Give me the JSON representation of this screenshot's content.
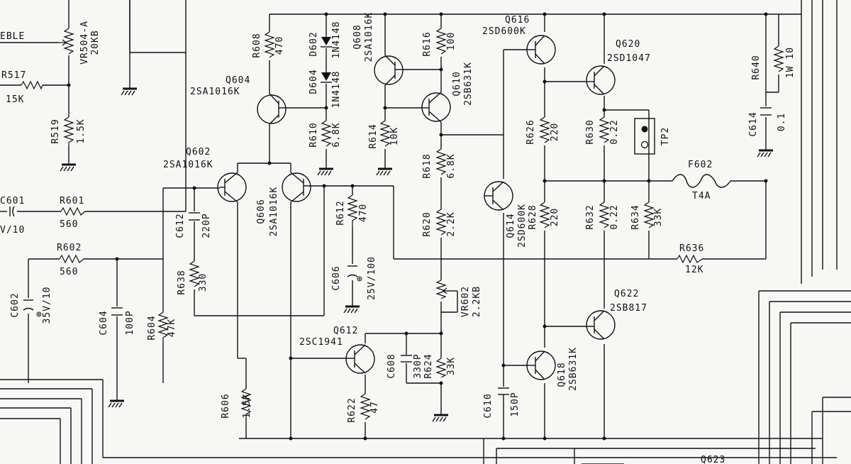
{
  "components": {
    "q602": {
      "ref": "Q602",
      "part": "2SA1016K"
    },
    "q604": {
      "ref": "Q604",
      "part": "2SA1016K"
    },
    "q606": {
      "ref": "Q606",
      "part": "2SA1016K"
    },
    "q608": {
      "ref": "Q608",
      "part": "2SA1016K"
    },
    "q610": {
      "ref": "Q610",
      "part": "2SB631K"
    },
    "q612": {
      "ref": "Q612",
      "part": "2SC1941"
    },
    "q614": {
      "ref": "Q614",
      "part": "2SD600K"
    },
    "q616": {
      "ref": "Q616",
      "part": "2SD600K"
    },
    "q618": {
      "ref": "Q618",
      "part": "2SB631K"
    },
    "q620": {
      "ref": "Q620",
      "part": "2SD1047"
    },
    "q622": {
      "ref": "Q622",
      "part": "2SB817"
    },
    "q623": {
      "ref": "Q623"
    },
    "r517": {
      "ref": "R517",
      "value": "15K"
    },
    "r519": {
      "ref": "R519",
      "value": "1.5K"
    },
    "r601": {
      "ref": "R601",
      "value": "560"
    },
    "r602": {
      "ref": "R602",
      "value": "560"
    },
    "r604": {
      "ref": "R604",
      "value": "47K"
    },
    "r606": {
      "ref": "R606",
      "value": "1.5K"
    },
    "r608": {
      "ref": "R608",
      "value": "470"
    },
    "r610": {
      "ref": "R610",
      "value": "6.8K"
    },
    "r612": {
      "ref": "R612",
      "value": "470"
    },
    "r614": {
      "ref": "R614",
      "value": "10K"
    },
    "r616": {
      "ref": "R616",
      "value": "100"
    },
    "r618": {
      "ref": "R618",
      "value": "6.8K"
    },
    "r620": {
      "ref": "R620",
      "value": "2.2K"
    },
    "r622": {
      "ref": "R622",
      "value": "47"
    },
    "r624": {
      "ref": "R624",
      "value": "33K"
    },
    "r626": {
      "ref": "R626",
      "value": "220"
    },
    "r628": {
      "ref": "R628",
      "value": "220"
    },
    "r630": {
      "ref": "R630",
      "value": "0.22"
    },
    "r632": {
      "ref": "R632",
      "value": "0.22"
    },
    "r634": {
      "ref": "R634",
      "value": "33K"
    },
    "r636": {
      "ref": "R636",
      "value": "12K"
    },
    "r638": {
      "ref": "R638",
      "value": "330"
    },
    "r640": {
      "ref": "R640",
      "value": "1W 10"
    },
    "c601": {
      "ref": "C601",
      "value": "V/10"
    },
    "c602": {
      "ref": "C602",
      "value": "35V/10"
    },
    "c604": {
      "ref": "C604",
      "value": "100P"
    },
    "c606": {
      "ref": "C606",
      "value": "25V/100"
    },
    "c608": {
      "ref": "C608",
      "value": "330P"
    },
    "c610": {
      "ref": "C610",
      "value": "150P"
    },
    "c612": {
      "ref": "C612",
      "value": "220P"
    },
    "c614": {
      "ref": "C614",
      "value": "0.1"
    },
    "d602": {
      "ref": "D602",
      "part": "1N4148"
    },
    "d604": {
      "ref": "D604",
      "part": "1N4148"
    },
    "vr504": {
      "ref": "VR504-A",
      "value": "20KB"
    },
    "vr602": {
      "ref": "VR602",
      "value": "2.2KB"
    },
    "f602": {
      "ref": "F602",
      "value": "T4A"
    },
    "tp2": {
      "ref": "TP2"
    },
    "treble_label": "EBLE",
    "polarity_mark": "⊕"
  },
  "style": {
    "ink": "#111111",
    "paper": "#f7f7f5"
  }
}
